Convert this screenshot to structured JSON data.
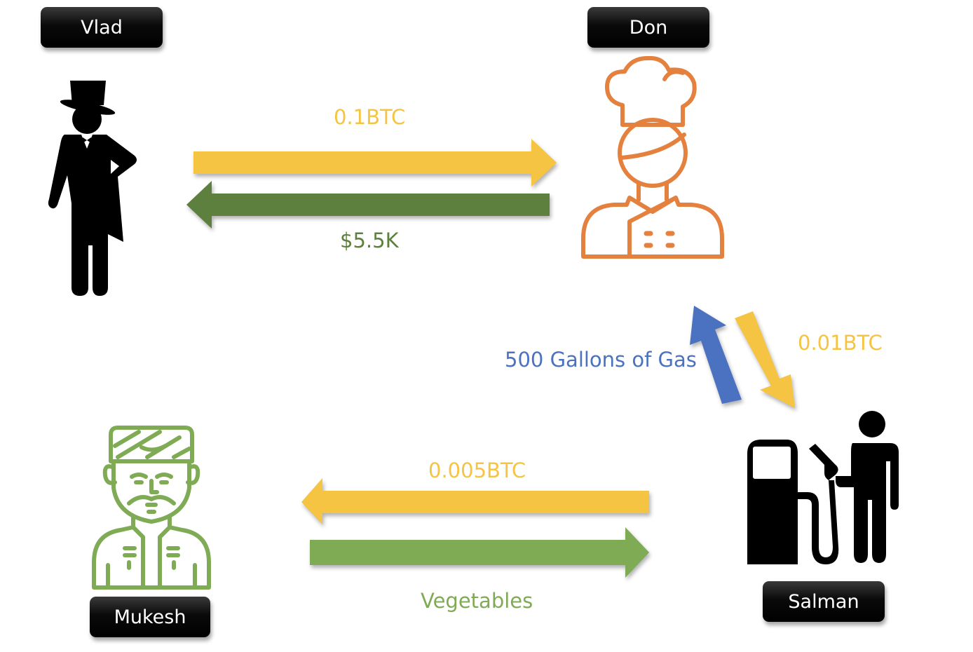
{
  "title": "Bitcoin exchange network",
  "colors": {
    "btc": "#F5C443",
    "cash": "#5E803E",
    "gas": "#4A72C0",
    "vegetables": "#7FAB55",
    "chef": "#E5813F",
    "farmer": "#7FAB55",
    "person": "#000000"
  },
  "participants": [
    {
      "id": "vlad",
      "name": "Vlad",
      "icon": "gentleman-top-hat-icon"
    },
    {
      "id": "don",
      "name": "Don",
      "icon": "chef-icon"
    },
    {
      "id": "salman",
      "name": "Salman",
      "icon": "gas-station-attendant-icon"
    },
    {
      "id": "mukesh",
      "name": "Mukesh",
      "icon": "turban-man-icon"
    }
  ],
  "exchanges": [
    {
      "from": "Vlad",
      "to": "Don",
      "label": "0.1BTC",
      "kind": "btc"
    },
    {
      "from": "Don",
      "to": "Vlad",
      "label": "$5.5K",
      "kind": "cash"
    },
    {
      "from": "Don",
      "to": "Salman",
      "label": "0.01BTC",
      "kind": "btc"
    },
    {
      "from": "Salman",
      "to": "Don",
      "label": "500 Gallons of Gas",
      "kind": "gas"
    },
    {
      "from": "Salman",
      "to": "Mukesh",
      "label": "0.005BTC",
      "kind": "btc"
    },
    {
      "from": "Mukesh",
      "to": "Salman",
      "label": "Vegetables",
      "kind": "vegetables"
    }
  ]
}
